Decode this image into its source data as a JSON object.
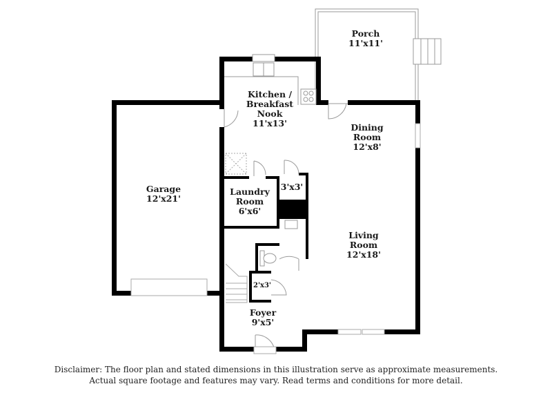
{
  "floor_plan": {
    "rooms": [
      {
        "id": "porch",
        "name": "Porch",
        "dims": "11'x11'"
      },
      {
        "id": "kitchen",
        "name_line1": "Kitchen /",
        "name_line2": "Breakfast",
        "name_line3": "Nook",
        "dims": "11'x13'"
      },
      {
        "id": "dining",
        "name_line1": "Dining",
        "name_line2": "Room",
        "dims": "12'x8'"
      },
      {
        "id": "garage",
        "name": "Garage",
        "dims": "12'x21'"
      },
      {
        "id": "laundry",
        "name_line1": "Laundry",
        "name_line2": "Room",
        "dims": "6'x6'"
      },
      {
        "id": "closet1",
        "dims": "3'x3'"
      },
      {
        "id": "living",
        "name_line1": "Living",
        "name_line2": "Room",
        "dims": "12'x18'"
      },
      {
        "id": "closet2",
        "dims": "2'x3'"
      },
      {
        "id": "foyer",
        "name": "Foyer",
        "dims": "9'x5'"
      }
    ],
    "colors": {
      "wall": "#000000",
      "thin_line": "#999999",
      "text": "#1a1a1a"
    }
  },
  "disclaimer": {
    "line1": "Disclaimer: The floor plan and stated dimensions in this illustration serve as approximate measurements.",
    "line2": "Actual square footage and features may vary. Read terms and conditions for more detail."
  }
}
